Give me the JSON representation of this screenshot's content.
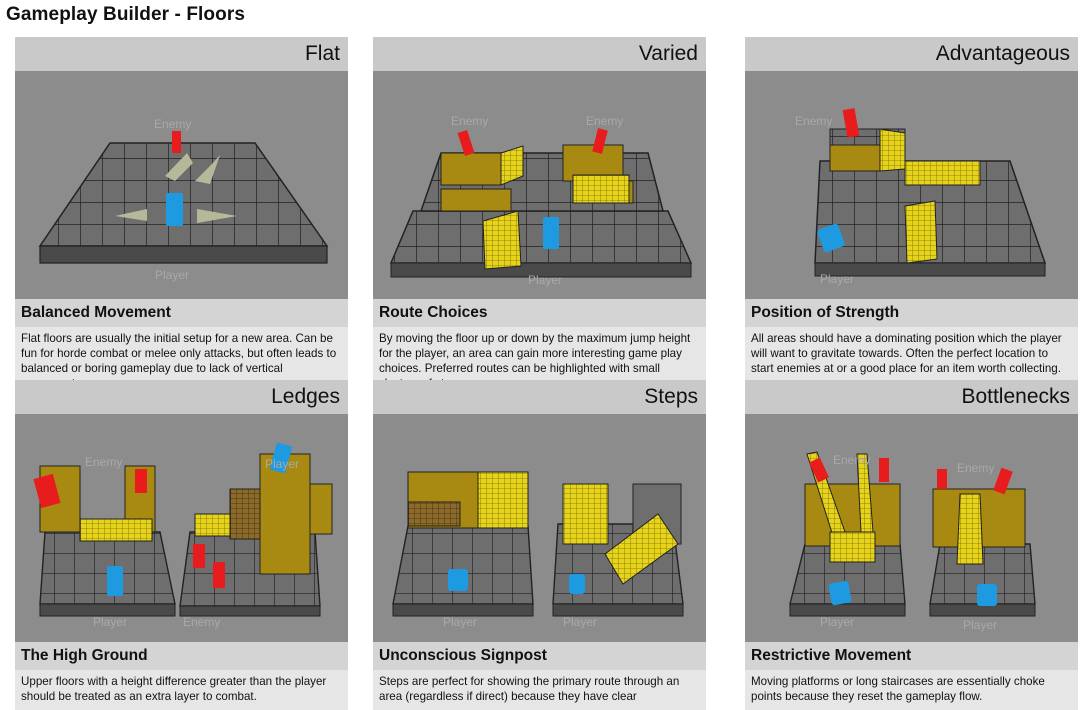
{
  "page_title": "Gameplay Builder - Floors",
  "cards": [
    {
      "title": "Flat",
      "subtitle": "Balanced Movement",
      "description": "Flat floors are usually the initial setup for a new area. Can be fun for horde combat or melee only attacks, but often leads to balanced or boring gameplay due to lack of vertical movement.",
      "labels": [
        "Enemy",
        "Player"
      ]
    },
    {
      "title": "Varied",
      "subtitle": "Route Choices",
      "description": "By moving the floor up or down by the maximum jump height for the player, an area can gain more interesting game play choices. Preferred routes can be highlighted with small clusters of steps.",
      "labels": [
        "Enemy",
        "Enemy",
        "Player"
      ]
    },
    {
      "title": "Advantageous",
      "subtitle": "Position of Strength",
      "description": "All areas should have a dominating position which the player will want to gravitate towards. Often the perfect location to start enemies at or a good place for an item worth collecting.",
      "labels": [
        "Enemy",
        "Player"
      ]
    },
    {
      "title": "Ledges",
      "subtitle": "The High Ground",
      "description": "Upper floors with a height difference greater than the player should be treated as an extra layer to combat.",
      "labels": [
        "Enemy",
        "Player",
        "Player",
        "Enemy"
      ]
    },
    {
      "title": "Steps",
      "subtitle": "Unconscious Signpost",
      "description": "Steps are perfect for showing the primary route through an area (regardless if direct) because they have clear",
      "labels": [
        "Player",
        "Player"
      ]
    },
    {
      "title": "Bottlenecks",
      "subtitle": "Restrictive Movement",
      "description": "Moving platforms or long staircases are essentially choke points because they reset the gameplay flow.",
      "labels": [
        "Enemy",
        "Enemy",
        "Player",
        "Player"
      ]
    }
  ],
  "colors": {
    "enemy": "#e81c1c",
    "player": "#1e9be0",
    "floor": "#6b6b6b",
    "raised": "#a88a12",
    "steps": "#e3d21a"
  }
}
